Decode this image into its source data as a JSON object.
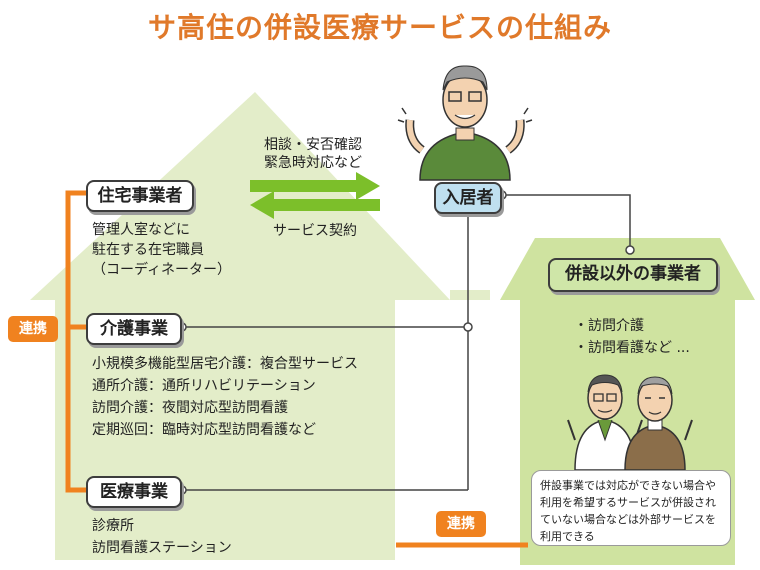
{
  "title": "サ高住の併設医療サービスの仕組み",
  "resident": {
    "label": "入居者"
  },
  "arrows": {
    "top_label_1": "相談・安否確認",
    "top_label_2": "緊急時対応など",
    "bottom_label": "サービス契約"
  },
  "housing": {
    "label": "住宅事業者",
    "lines": [
      "管理人室などに",
      "駐在する在宅職員",
      "（コーディネーター）"
    ]
  },
  "care": {
    "label": "介護事業",
    "lines": [
      "小規模多機能型居宅介護：複合型サービス",
      "通所介護：通所リハビリテーション",
      "訪問介護：夜間対応型訪問看護",
      "定期巡回：臨時対応型訪問看護など"
    ]
  },
  "medical": {
    "label": "医療事業",
    "lines": [
      "診療所",
      "訪問看護ステーション"
    ]
  },
  "outside": {
    "label": "併設以外の事業者",
    "lines": [
      "・訪問介護",
      "・訪問看護など ..."
    ],
    "note": "併設事業では対応ができない場合や利用を希望するサービスが併設されていない場合などは外部サービスを利用できる"
  },
  "link_badge_left": "連携",
  "link_badge_bottom": "連携",
  "colors": {
    "title": "#e0792a",
    "house_fill": "#e3edc9",
    "outside_fill": "#cfe3a0",
    "arrow_green": "#7cbf2a",
    "link_orange": "#f0821f",
    "resident_box": "#bfe0f0"
  },
  "icons": [
    "elderly-resident-icon",
    "doctor-icon",
    "caregiver-icon"
  ]
}
